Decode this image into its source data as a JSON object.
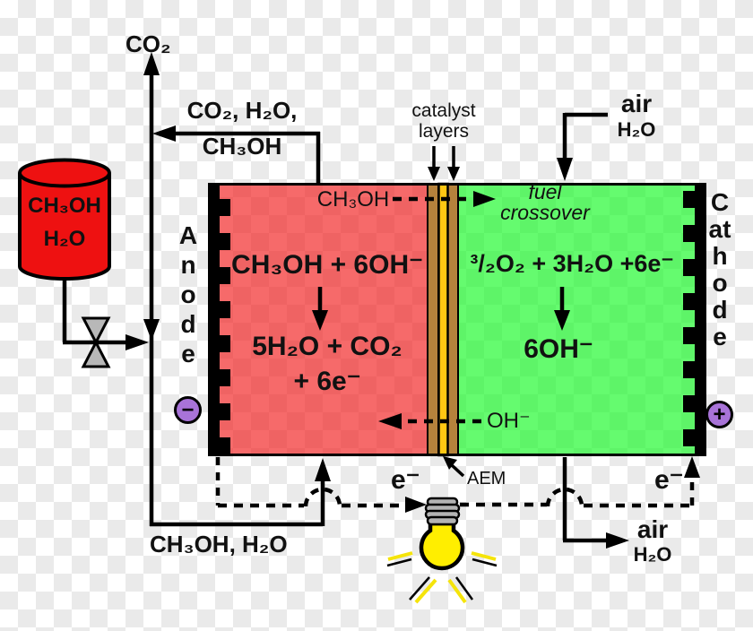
{
  "colors": {
    "anode_fill": "#f2212166",
    "cathode_fill": "#1af928",
    "catalyst_layer": "#b5823c",
    "membrane": "#ffc713",
    "terminal": "#a873d8",
    "tank": "#ee1111",
    "bulb": "#ffee00",
    "valve_gray": "#b8b8b8",
    "checker_light": "#ffffff",
    "checker_dark": "#eaeaea"
  },
  "tank": {
    "line1": "CH₃OH",
    "line2": "H₂O"
  },
  "exhaust": {
    "co2": "CO₂",
    "recirc_line1": "CO₂, H₂O,",
    "recirc_line2": "CH₃OH"
  },
  "inlet_fuel": {
    "label": "CH₃OH, H₂O"
  },
  "inlet_air": {
    "line1": "air",
    "line2": "H₂O"
  },
  "outlet_air": {
    "line1": "air",
    "line2": "H₂O"
  },
  "cell": {
    "anode": {
      "title": "Anode",
      "reaction_line1": "CH₃OH + 6OH⁻",
      "reaction_line2": "5H₂O + CO₂",
      "reaction_line3": "+ 6e⁻",
      "terminal_sign": "−"
    },
    "cathode": {
      "title": "Cathode",
      "reaction_line1": "³/₂O₂ + 3H₂O +6e⁻",
      "reaction_line2": "6OH⁻",
      "terminal_sign": "+"
    },
    "membrane": {
      "label": "AEM"
    },
    "catalyst": {
      "line1": "catalyst",
      "line2": "layers"
    },
    "crossover": {
      "species": "CH₃OH",
      "line1": "fuel",
      "line2": "crossover"
    },
    "hydroxide": {
      "label": "OH⁻"
    }
  },
  "circuit": {
    "electron_left": "e⁻",
    "electron_right": "e⁻"
  }
}
